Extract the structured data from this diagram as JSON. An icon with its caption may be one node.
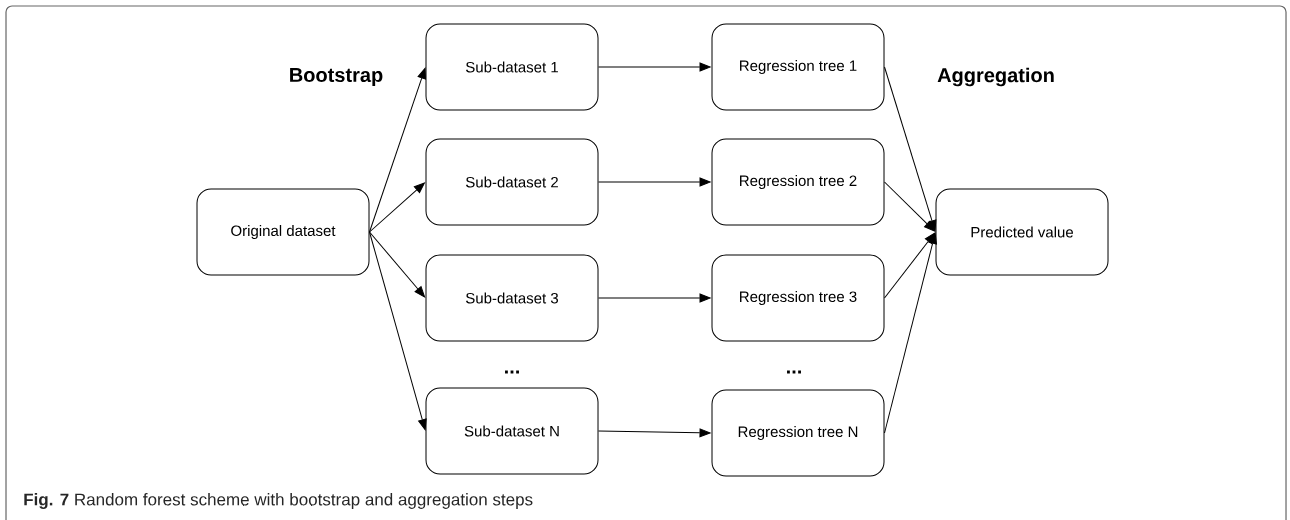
{
  "diagram": {
    "caption": "**Fig. 7** Random forest scheme with bootstrap and aggregation steps",
    "nodes": [
      {
        "text": [
          "Original dataset"
        ]
      },
      {
        "text": [
          "Sub-dataset 1"
        ]
      },
      {
        "text": [
          "Sub-dataset 2"
        ]
      },
      {
        "text": [
          "Sub-dataset 3"
        ]
      },
      {
        "text": [
          "Sub-dataset N"
        ]
      },
      {
        "text": [
          "Regression tree 1"
        ]
      },
      {
        "text": [
          "Regression tree 2"
        ]
      },
      {
        "text": [
          "Regression tree 3"
        ]
      },
      {
        "text": [
          "Regression tree N"
        ]
      },
      {
        "text": [
          "Predicted value"
        ]
      }
    ],
    "edges": [
      {
        "from": 0,
        "to": 1,
        "arrow": "to"
      },
      {
        "from": 0,
        "to": 2,
        "arrow": "to"
      },
      {
        "from": 0,
        "to": 3,
        "arrow": "to"
      },
      {
        "from": 0,
        "to": 4,
        "arrow": "to"
      },
      {
        "from": 1,
        "to": 5,
        "arrow": "to"
      },
      {
        "from": 2,
        "to": 6,
        "arrow": "to"
      },
      {
        "from": 3,
        "to": 7,
        "arrow": "to"
      },
      {
        "from": 4,
        "to": 8,
        "arrow": "to"
      },
      {
        "from": 5,
        "to": 9,
        "arrow": "to"
      },
      {
        "from": 6,
        "to": 9,
        "arrow": "to"
      },
      {
        "from": 7,
        "to": 9,
        "arrow": "to"
      },
      {
        "from": 8,
        "to": 9,
        "arrow": "to"
      }
    ],
    "labels": [
      "Bootstrap",
      "Aggregation",
      "...",
      "..."
    ]
  }
}
